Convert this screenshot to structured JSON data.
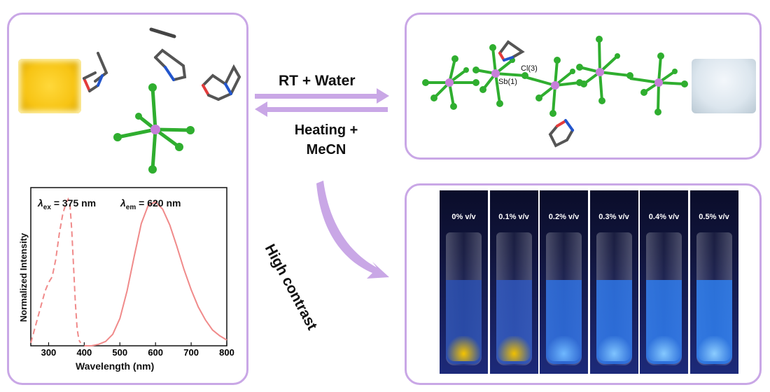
{
  "arrows": {
    "forward_label": "RT + Water",
    "reverse_label_line1": "Heating +",
    "reverse_label_line2": "MeCN",
    "curve_label": "High contrast",
    "color": "#c9a7e6"
  },
  "structure_labels": {
    "sb": "Sb(1)",
    "cl": "Cl(3)"
  },
  "colors": {
    "antimony": "#c77fd9",
    "chlorine": "#2fae2f",
    "carbon": "#555555",
    "oxygen": "#e33b3b",
    "nitrogen": "#2255cc",
    "panel_border": "#c9a7e6"
  },
  "vials": [
    {
      "label": "0% v/v",
      "liquid": "#2a4fb0",
      "bottom": "#f5c400"
    },
    {
      "label": "0.1% v/v",
      "liquid": "#2f57bd",
      "bottom": "#f0c000"
    },
    {
      "label": "0.2% v/v",
      "liquid": "#2d6fe0",
      "bottom": "#6fb8ff"
    },
    {
      "label": "0.3% v/v",
      "liquid": "#2d76e8",
      "bottom": "#7fc4ff"
    },
    {
      "label": "0.4% v/v",
      "liquid": "#2d7aec",
      "bottom": "#85c9ff"
    },
    {
      "label": "0.5% v/v",
      "liquid": "#2d7eef",
      "bottom": "#8ccdff"
    }
  ],
  "chart_data": {
    "type": "line",
    "title": "",
    "xlabel": "Wavelength (nm)",
    "ylabel": "Normalized Intensity",
    "xlim": [
      250,
      800
    ],
    "ylim": [
      0,
      1.1
    ],
    "xticks": [
      300,
      400,
      500,
      600,
      700,
      800
    ],
    "annotations": [
      "λex = 375 nm",
      "λem = 620 nm"
    ],
    "annotation_parts": {
      "ex_sym": "λ",
      "ex_sub": "ex",
      "ex_val": "= 375 nm",
      "em_sym": "λ",
      "em_sub": "em",
      "em_val": "= 620 nm"
    },
    "series": [
      {
        "style": "dashed",
        "color": "#f08a8a",
        "x": [
          250,
          270,
          290,
          300,
          310,
          320,
          330,
          340,
          350,
          355,
          360,
          365,
          370,
          375,
          380,
          385,
          390
        ],
        "y": [
          0.02,
          0.2,
          0.38,
          0.44,
          0.48,
          0.6,
          0.78,
          0.92,
          1.0,
          1.02,
          0.98,
          0.8,
          0.55,
          0.3,
          0.12,
          0.04,
          0.02
        ]
      },
      {
        "style": "solid",
        "color": "#f08a8a",
        "x": [
          400,
          420,
          440,
          460,
          480,
          500,
          520,
          540,
          560,
          580,
          600,
          620,
          640,
          660,
          680,
          700,
          720,
          740,
          760,
          780,
          800
        ],
        "y": [
          0.0,
          0.0,
          0.01,
          0.03,
          0.08,
          0.19,
          0.38,
          0.62,
          0.85,
          0.98,
          1.0,
          0.95,
          0.84,
          0.69,
          0.53,
          0.39,
          0.27,
          0.18,
          0.11,
          0.07,
          0.04
        ]
      }
    ]
  }
}
